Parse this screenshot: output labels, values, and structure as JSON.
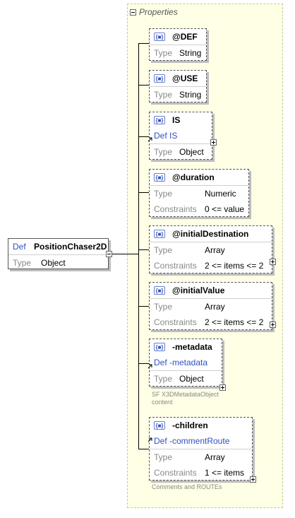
{
  "properties_title": "Properties",
  "root": {
    "def": "Def",
    "name": "PositionChaser2D",
    "type_label": "Type",
    "type_value": "Object"
  },
  "nodes": [
    {
      "name": "@DEF",
      "type_label": "Type",
      "type_value": "String"
    },
    {
      "name": "@USE",
      "type_label": "Type",
      "type_value": "String"
    },
    {
      "name": "IS",
      "def": "Def",
      "def_value": "IS",
      "type_label": "Type",
      "type_value": "Object"
    },
    {
      "name": "@duration",
      "type_label": "Type",
      "type_value": "Numeric",
      "constraints_label": "Constraints",
      "constraints_value": "0 <= value"
    },
    {
      "name": "@initialDestination",
      "type_label": "Type",
      "type_value": "Array",
      "constraints_label": "Constraints",
      "constraints_value": "2 <= items <= 2"
    },
    {
      "name": "@initialValue",
      "type_label": "Type",
      "type_value": "Array",
      "constraints_label": "Constraints",
      "constraints_value": "2 <= items <= 2"
    },
    {
      "name": "-metadata",
      "def": "Def",
      "def_value": "-metadata",
      "type_label": "Type",
      "type_value": "Object",
      "caption": [
        "SF X3DMetadataObject",
        "content"
      ]
    },
    {
      "name": "-children",
      "def": "Def",
      "def_value": "-commentRoute",
      "type_label": "Type",
      "type_value": "Array",
      "constraints_label": "Constraints",
      "constraints_value": "1 <= items",
      "caption": [
        "Comments and ROUTEs"
      ]
    }
  ],
  "badge_glyph": "{■}"
}
